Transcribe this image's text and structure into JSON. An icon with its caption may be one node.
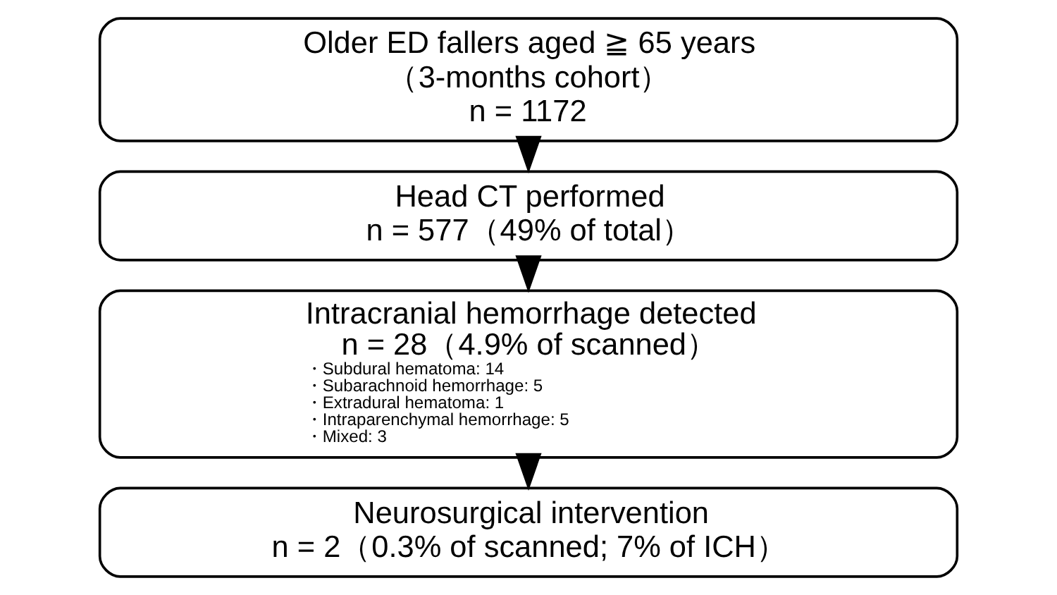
{
  "diagram": {
    "nodes": [
      {
        "text": [
          "Older ED fallers aged ≧ 65 years",
          "（3-months cohort）",
          "n = 1172"
        ]
      },
      {
        "text": [
          "Head CT performed",
          "n = 577（49% of total）"
        ]
      },
      {
        "text": [
          "Intracranial hemorrhage detected",
          "n = 28（4.9% of scanned）",
          "・Subdural hematoma: 14",
          "・Subarachnoid hemorrhage: 5",
          "・Extradural hematoma: 1",
          "・Intraparenchymal hemorrhage: 5",
          "・Mixed: 3"
        ]
      },
      {
        "text": [
          "Neurosurgical intervention",
          "n = 2（0.3% of scanned; 7% of ICH）"
        ]
      }
    ],
    "edges": [
      {
        "from": 0,
        "to": 1,
        "arrow": "to"
      },
      {
        "from": 1,
        "to": 2,
        "arrow": "to"
      },
      {
        "from": 2,
        "to": 3,
        "arrow": "to"
      }
    ]
  }
}
